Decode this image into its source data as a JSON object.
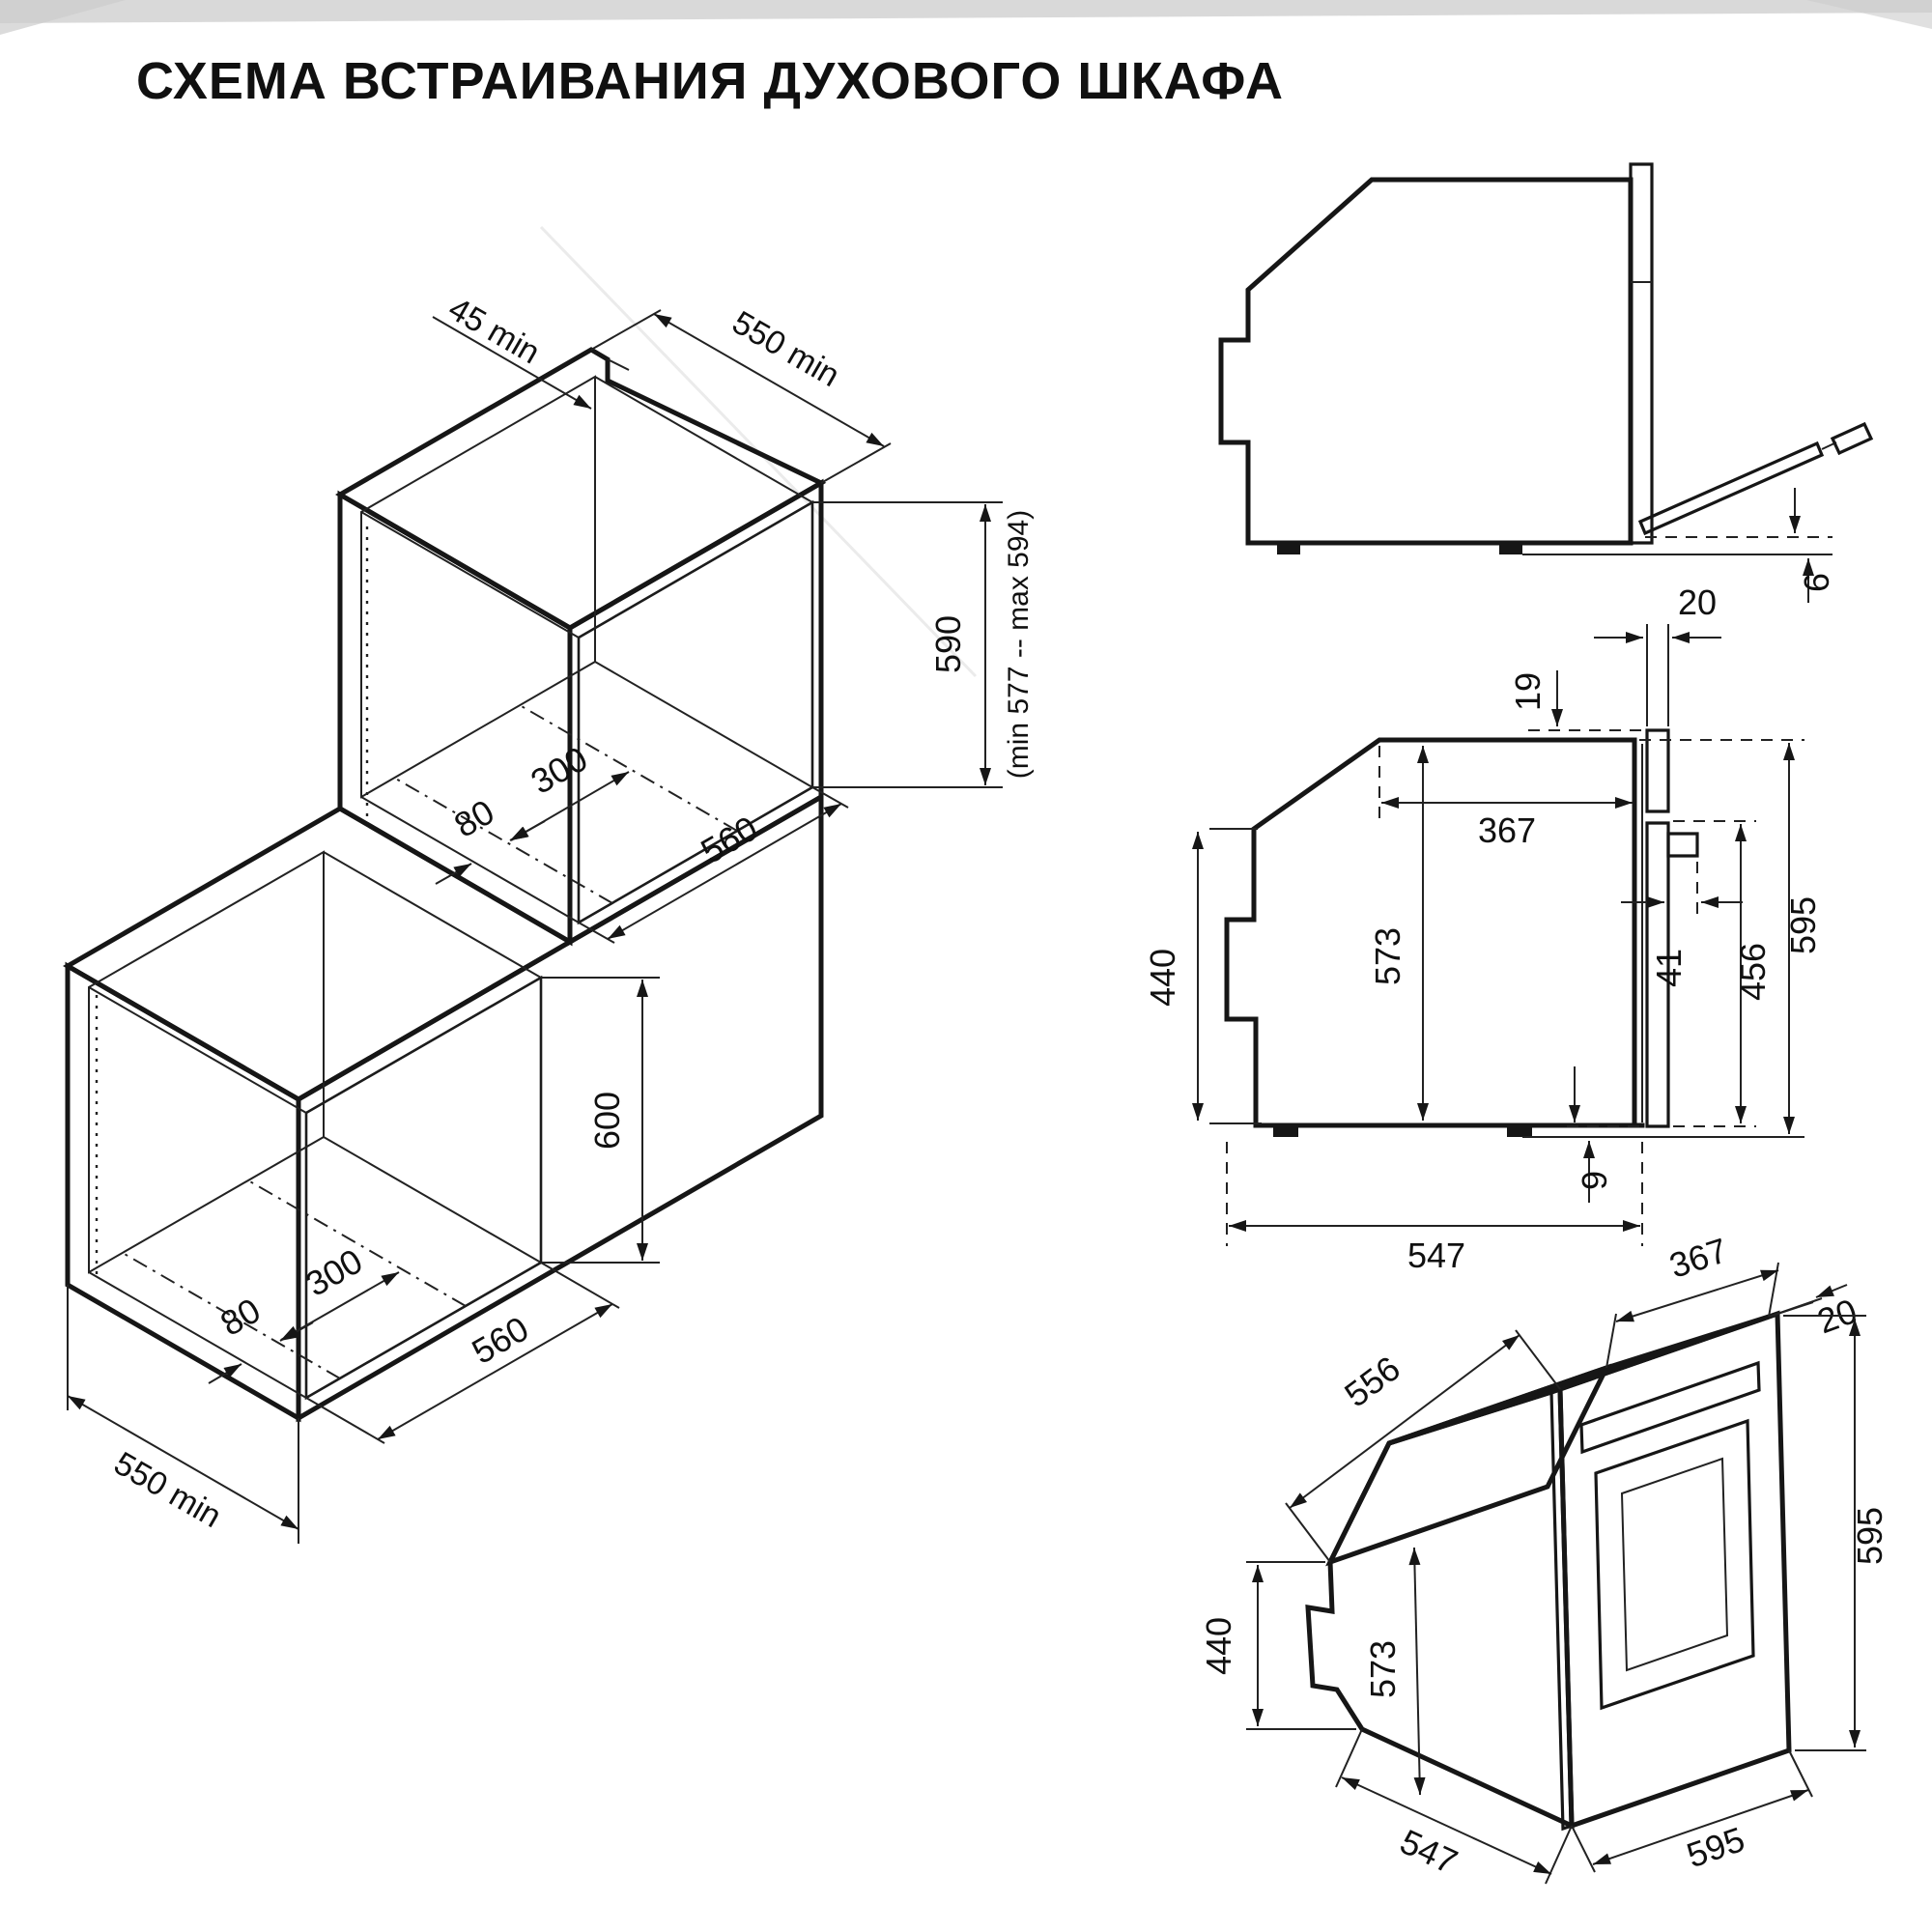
{
  "page": {
    "title": "СХЕМА ВСТРАИВАНИЯ ДУХОВОГО ШКАФА"
  },
  "views": {
    "isometric": {
      "rear_gap": "45 min",
      "top_depth_min": "550 min",
      "upper_niche": {
        "vent_offset": "80",
        "vent_width": "300",
        "width": "560",
        "height": "590",
        "height_range": "(min 577 -- max 594)"
      },
      "lower_niche": {
        "vent_offset": "80",
        "vent_width": "300",
        "width": "560",
        "height": "600"
      },
      "bottom_depth_min": "550 min"
    },
    "side_open_door": {
      "door_floor_gap": "6"
    },
    "side_dimensioned": {
      "door_thickness": "20",
      "top_rear_clearance": "19",
      "top_flat_depth": "367",
      "handle_protrusion": "41",
      "front_panel_height": "456",
      "overall_height": "595",
      "carcass_height": "573",
      "rear_section_height": "440",
      "carcass_depth": "547",
      "door_bottom_gap": "9"
    },
    "perspective": {
      "top_edge_depth": "556",
      "top_flat_depth": "367",
      "door_thickness": "20",
      "overall_height": "595",
      "rear_section_height": "440",
      "front_section_height": "573",
      "carcass_depth": "547",
      "overall_width": "595"
    }
  }
}
